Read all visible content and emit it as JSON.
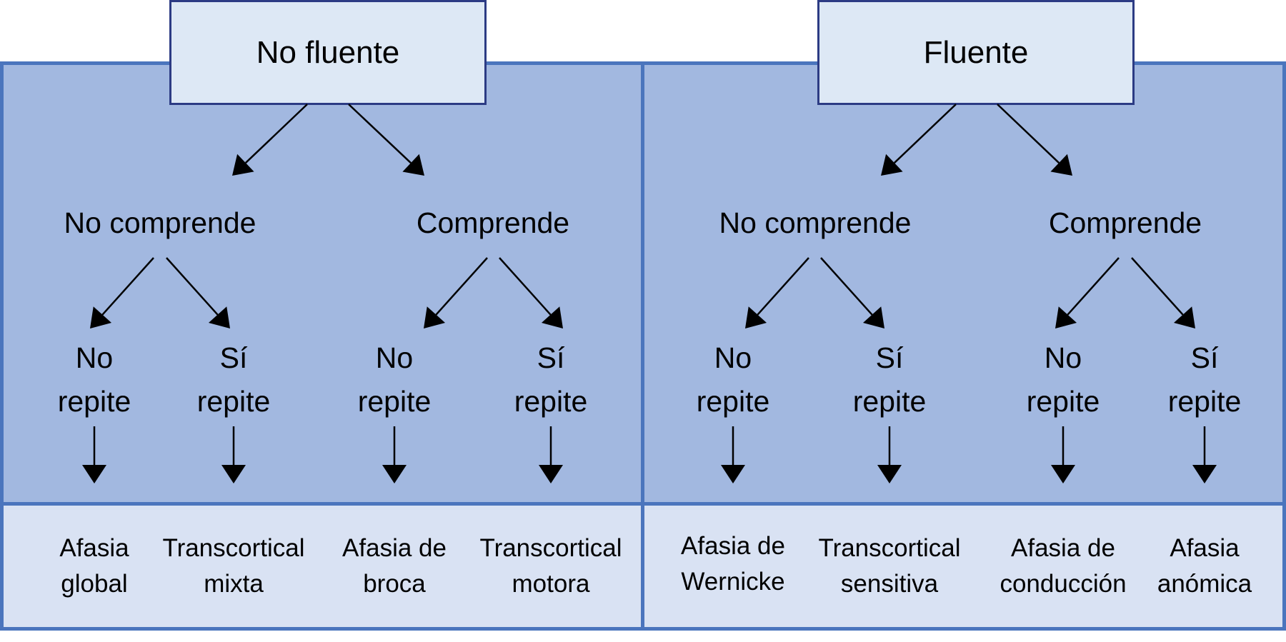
{
  "colors": {
    "panel_fill": "#a2b8e0",
    "frame_border": "#4b75bd",
    "header_box_fill": "#dde8f5",
    "header_box_border": "#2c3b84",
    "results_fill": "#d9e2f3",
    "text": "#000000"
  },
  "groups": [
    {
      "title": "No fluente",
      "branches": [
        {
          "label": "No comprende",
          "leaves": [
            {
              "line1": "No",
              "line2": "repite",
              "result1": "Afasia",
              "result2": "global"
            },
            {
              "line1": "Sí",
              "line2": "repite",
              "result1": "Transcortical",
              "result2": "mixta"
            }
          ]
        },
        {
          "label": "Comprende",
          "leaves": [
            {
              "line1": "No",
              "line2": "repite",
              "result1": "Afasia de",
              "result2": "broca"
            },
            {
              "line1": "Sí",
              "line2": "repite",
              "result1": "Transcortical",
              "result2": "motora"
            }
          ]
        }
      ]
    },
    {
      "title": "Fluente",
      "branches": [
        {
          "label": "No comprende",
          "leaves": [
            {
              "line1": "No",
              "line2": "repite",
              "result1": "Afasia de",
              "result2": "Wernicke"
            },
            {
              "line1": "Sí",
              "line2": "repite",
              "result1": "Transcortical",
              "result2": "sensitiva"
            }
          ]
        },
        {
          "label": "Comprende",
          "leaves": [
            {
              "line1": "No",
              "line2": "repite",
              "result1": "Afasia de",
              "result2": "conducción"
            },
            {
              "line1": "Sí",
              "line2": "repite",
              "result1": "Afasia",
              "result2": "anómica"
            }
          ]
        }
      ]
    }
  ]
}
